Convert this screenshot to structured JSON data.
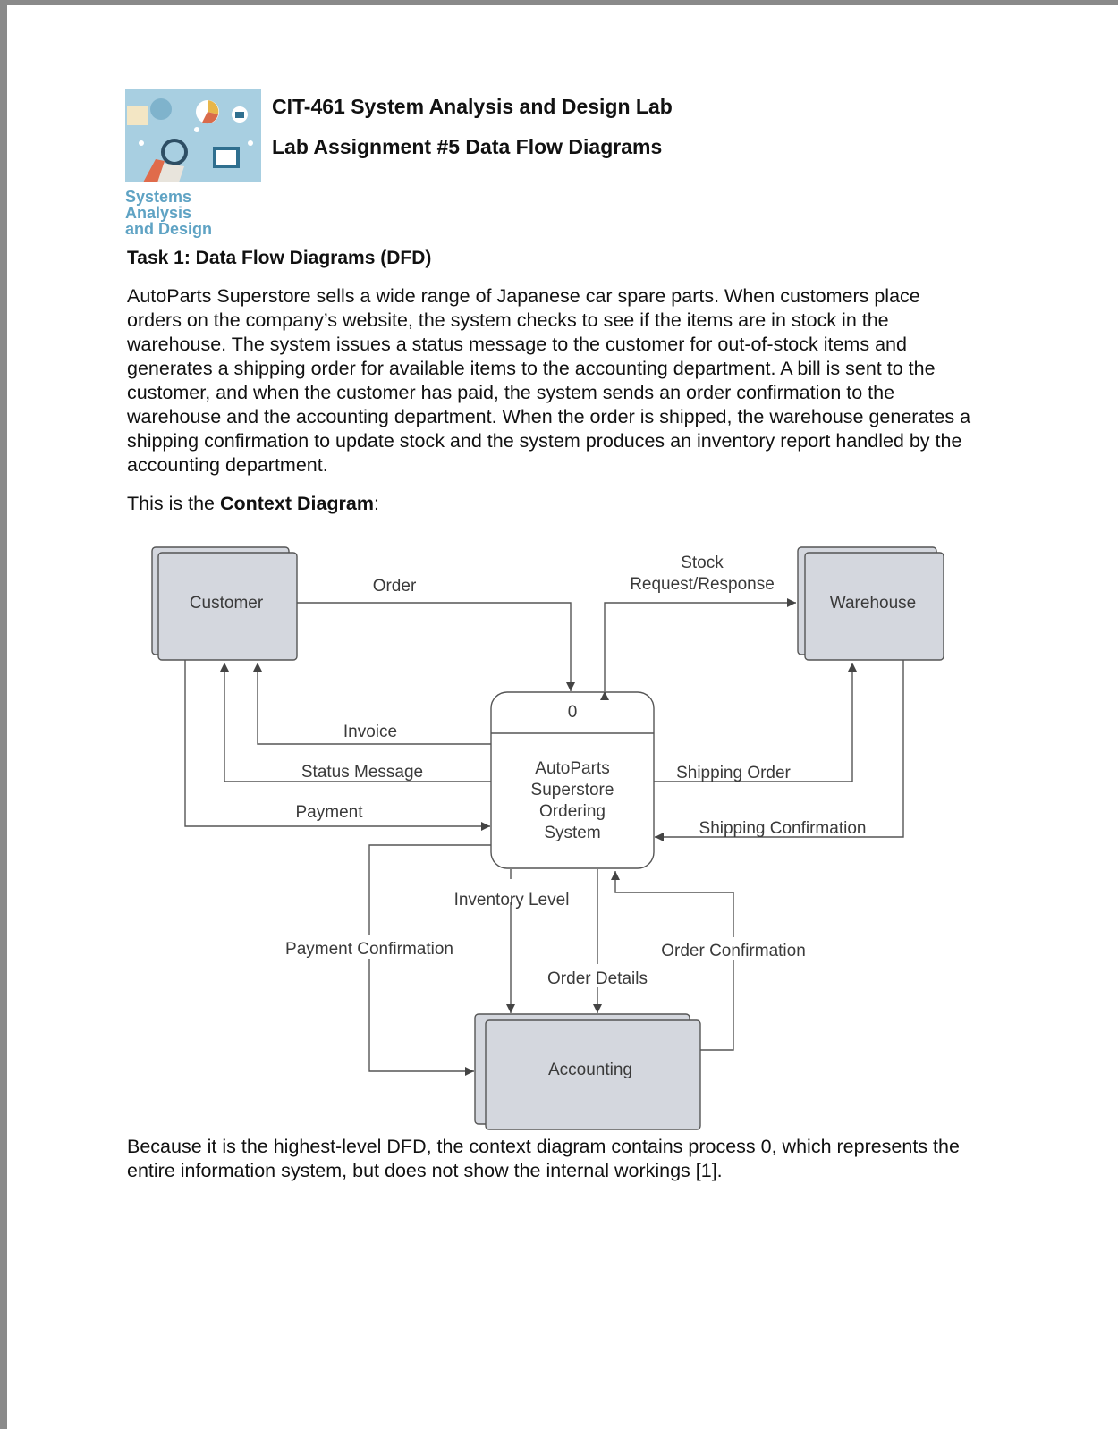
{
  "header": {
    "logo_caption_line1": "Systems Analysis",
    "logo_caption_line2": "and Design",
    "course_title": "CIT-461 System Analysis and Design Lab",
    "assignment_title": "Lab Assignment #5 Data Flow Diagrams"
  },
  "task": {
    "heading": "Task 1: Data Flow Diagrams (DFD)",
    "description": "AutoParts Superstore sells a wide range of Japanese car spare parts. When customers place orders on the company’s website, the system checks to see if the items are in stock in the warehouse. The system issues a status message to the customer for out-of-stock items and generates a shipping order for available items to the accounting department. A bill is sent to the customer, and when the customer has paid, the system sends an order confirmation to the warehouse and the accounting department. When the order is shipped, the warehouse generates a shipping confirmation to update stock and the system produces an inventory report handled by the accounting department.",
    "intro_prefix": "This is the ",
    "intro_bold": "Context Diagram",
    "intro_suffix": ":",
    "closing": "Because it is the highest-level DFD, the context diagram contains process 0, which represents the entire information system, but does not show the internal workings [1]."
  },
  "diagram": {
    "entities": {
      "customer": "Customer",
      "warehouse": "Warehouse",
      "accounting": "Accounting"
    },
    "process": {
      "number": "0",
      "name_lines": [
        "AutoParts",
        "Superstore",
        "Ordering",
        "System"
      ]
    },
    "flows": {
      "order": "Order",
      "stock_line1": "Stock",
      "stock_line2": "Request/Response",
      "invoice": "Invoice",
      "status_message": "Status Message",
      "payment": "Payment",
      "shipping_order": "Shipping Order",
      "shipping_confirmation": "Shipping Confirmation",
      "inventory_level": "Inventory Level",
      "payment_confirmation": "Payment Confirmation",
      "order_confirmation": "Order Confirmation",
      "order_details": "Order Details"
    },
    "colors": {
      "entity_fill": "#d4d7de",
      "line": "#555555"
    }
  }
}
